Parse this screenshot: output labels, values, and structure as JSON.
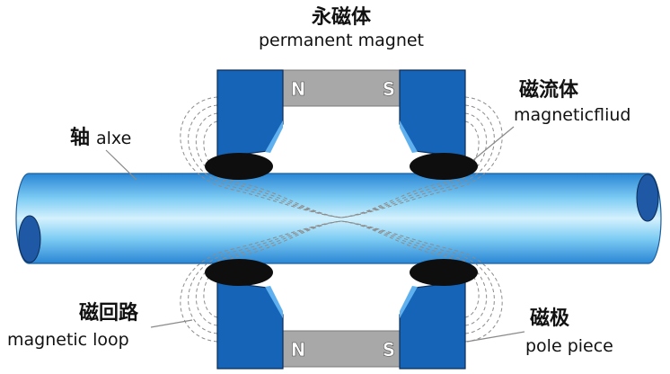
{
  "labels": {
    "permanent_magnet": {
      "zh": "永磁体",
      "en": "permanent magnet"
    },
    "magnetic_fluid": {
      "zh": "磁流体",
      "en": "magneticfliud"
    },
    "axle": {
      "zh": "轴",
      "en": "alxe"
    },
    "magnetic_loop": {
      "zh": "磁回路",
      "en": "magnetic loop"
    },
    "pole_piece": {
      "zh": "磁极",
      "en": "pole piece"
    }
  },
  "magnets": {
    "top": {
      "left_pole": "N",
      "right_pole": "S"
    },
    "bottom": {
      "left_pole": "N",
      "right_pole": "S"
    }
  },
  "colors": {
    "pole_piece": "#1664b8",
    "pole_highlight": "#5fb0ee",
    "magnet": "#a8a8a8",
    "magnetic_fluid": "#0e0e0e",
    "shaft_edge": "#2a86d4",
    "shaft_mid": "#7fcdf4",
    "shaft_center": "#d4f1fd",
    "shaft_cap": "#1f58a4"
  }
}
